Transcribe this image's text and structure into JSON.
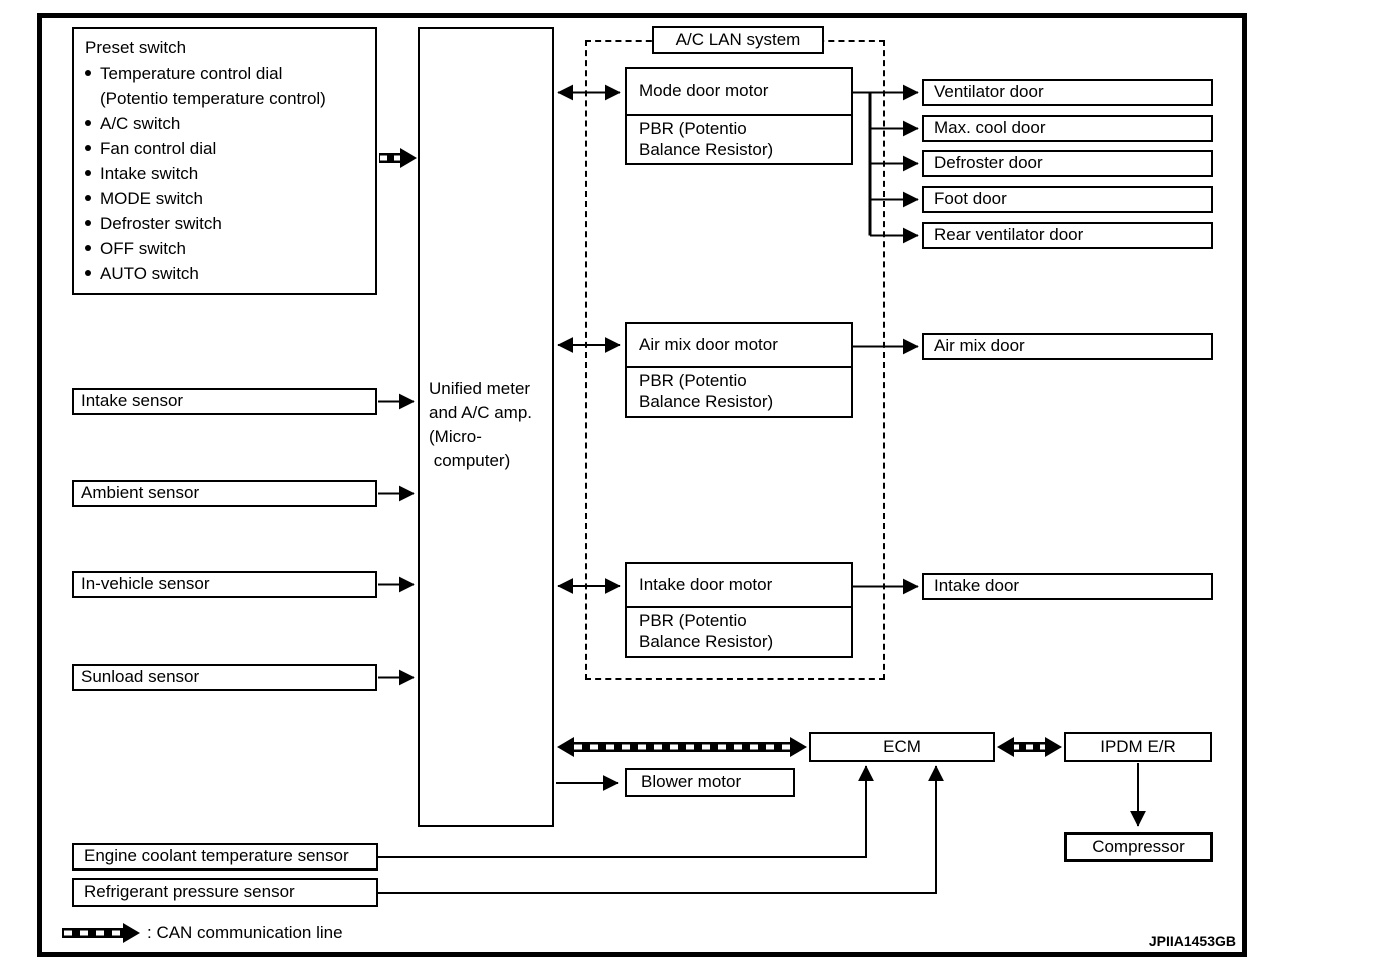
{
  "colors": {
    "ink": "#000000",
    "paper": "#ffffff"
  },
  "figure_code": "JPIIA1453GB",
  "preset": {
    "title": "Preset switch",
    "items": [
      {
        "text": "Temperature control dial",
        "bullet": true
      },
      {
        "text": "(Potentio temperature control)",
        "bullet": false
      },
      {
        "text": "A/C switch",
        "bullet": true
      },
      {
        "text": "Fan control dial",
        "bullet": true
      },
      {
        "text": "Intake switch",
        "bullet": true
      },
      {
        "text": "MODE switch",
        "bullet": true
      },
      {
        "text": "Defroster switch",
        "bullet": true
      },
      {
        "text": "OFF switch",
        "bullet": true
      },
      {
        "text": "AUTO switch",
        "bullet": true
      }
    ]
  },
  "controller": {
    "label": "Unified meter\nand A/C amp.\n(Micro-\n computer)"
  },
  "lan_system": {
    "title": "A/C LAN system"
  },
  "motors": {
    "mode": {
      "label": "Mode door motor",
      "pbr": "PBR (Potentio\nBalance Resistor)"
    },
    "air_mix": {
      "label": "Air mix door motor",
      "pbr": "PBR (Potentio\nBalance Resistor)"
    },
    "intake": {
      "label": "Intake door motor",
      "pbr": "PBR (Potentio\nBalance Resistor)"
    }
  },
  "doors": {
    "ventilator": "Ventilator door",
    "max_cool": "Max. cool door",
    "defroster": "Defroster door",
    "foot": "Foot door",
    "rear_ventilator": "Rear ventilator door",
    "air_mix": "Air mix door",
    "intake": "Intake door"
  },
  "sensors": {
    "intake": "Intake sensor",
    "ambient": "Ambient sensor",
    "in_vehicle": "In-vehicle sensor",
    "sunload": "Sunload sensor",
    "engine_coolant": "Engine coolant temperature sensor",
    "refrigerant": "Refrigerant pressure sensor"
  },
  "units": {
    "ecm": "ECM",
    "ipdm": "IPDM E/R",
    "compressor": "Compressor",
    "blower": "Blower motor"
  },
  "legend": {
    "label": ": CAN communication line"
  }
}
